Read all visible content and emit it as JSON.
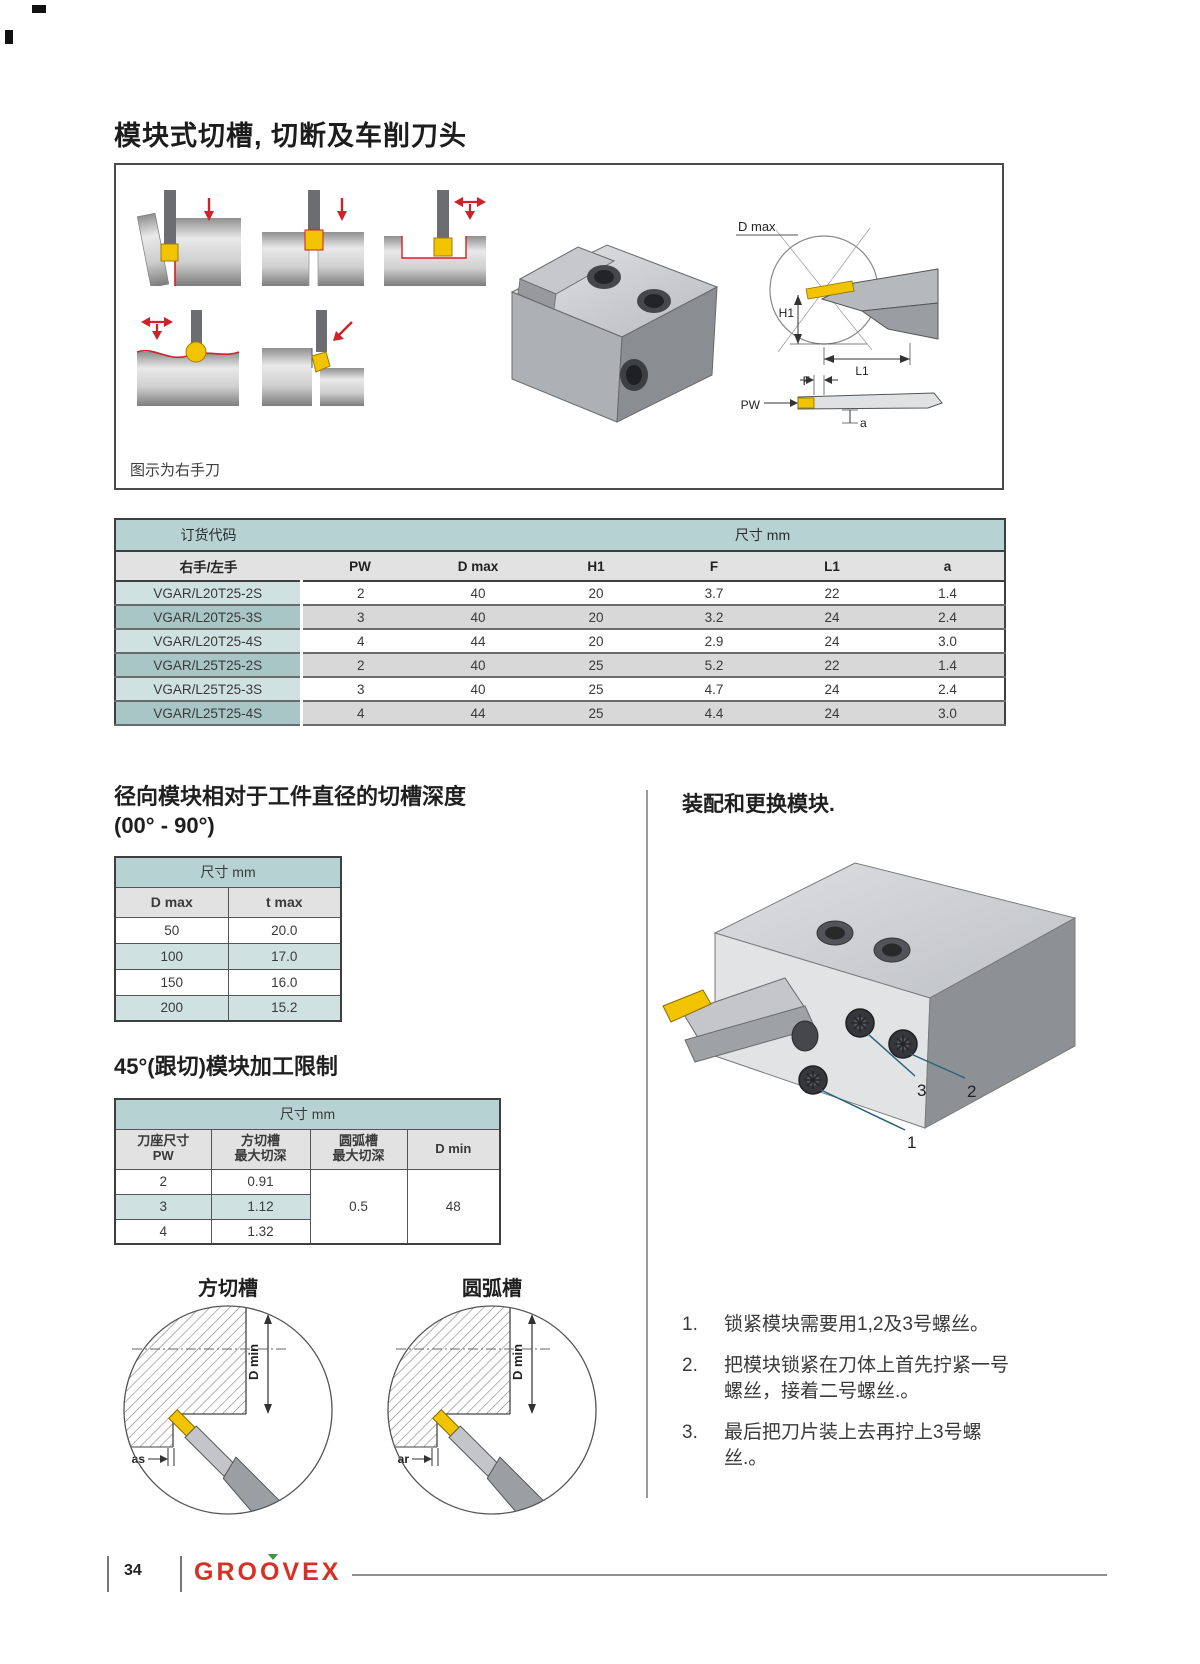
{
  "page": {
    "title": "模块式切槽, 切断及车削刀头",
    "figure_caption": "图示为右手刀",
    "page_number": "34",
    "brand": "GROOVEX"
  },
  "colors": {
    "brand_red": "#d93025",
    "table_header_teal": "#b7d2d2",
    "row_teal_light": "#cfe1e1",
    "row_teal_dark": "#a9c6c6",
    "row_gray": "#d8d8d8",
    "insert_yellow": "#f2c400",
    "arrow_red": "#cf2127"
  },
  "dim_diagram": {
    "d_max": "D max",
    "h1": "H1",
    "l1": "L1",
    "f": "F",
    "pw": "PW",
    "a": "a"
  },
  "main_table": {
    "header_group_left": "订货代码",
    "header_group_right": "尺寸 mm",
    "columns": [
      "右手/左手",
      "PW",
      "D max",
      "H1",
      "F",
      "L1",
      "a"
    ],
    "rows": [
      [
        "VGAR/L20T25-2S",
        "2",
        "40",
        "20",
        "3.7",
        "22",
        "1.4"
      ],
      [
        "VGAR/L20T25-3S",
        "3",
        "40",
        "20",
        "3.2",
        "24",
        "2.4"
      ],
      [
        "VGAR/L20T25-4S",
        "4",
        "44",
        "20",
        "2.9",
        "24",
        "3.0"
      ],
      [
        "VGAR/L25T25-2S",
        "2",
        "40",
        "25",
        "5.2",
        "22",
        "1.4"
      ],
      [
        "VGAR/L25T25-3S",
        "3",
        "40",
        "25",
        "4.7",
        "24",
        "2.4"
      ],
      [
        "VGAR/L25T25-4S",
        "4",
        "44",
        "25",
        "4.4",
        "24",
        "3.0"
      ]
    ]
  },
  "depth_section": {
    "heading": "径向模块相对于工件直径的切槽深度 (00° - 90°)",
    "table": {
      "header": "尺寸 mm",
      "columns": [
        "D max",
        "t max"
      ],
      "rows": [
        [
          "50",
          "20.0"
        ],
        [
          "100",
          "17.0"
        ],
        [
          "150",
          "16.0"
        ],
        [
          "200",
          "15.2"
        ]
      ]
    }
  },
  "limit_section": {
    "heading": "45°(跟切)模块加工限制",
    "table": {
      "header": "尺寸 mm",
      "columns": [
        "刀座尺寸\nPW",
        "方切槽\n最大切深",
        "圆弧槽\n最大切深",
        "D min"
      ],
      "rows_pw": [
        [
          "2",
          "0.91"
        ],
        [
          "3",
          "1.12"
        ],
        [
          "4",
          "1.32"
        ]
      ],
      "merged_round_depth": "0.5",
      "merged_d_min": "48"
    }
  },
  "groove_diagrams": {
    "square_title": "方切槽",
    "round_title": "圆弧槽",
    "dmin_label": "D min",
    "square_a_label": "as",
    "round_a_label": "ar"
  },
  "assembly": {
    "heading": "装配和更换模块.",
    "callout_1": "1",
    "callout_2": "2",
    "callout_3": "3",
    "steps": [
      {
        "num": "1.",
        "text": "锁紧模块需要用1,2及3号螺丝。"
      },
      {
        "num": "2.",
        "text": "把模块锁紧在刀体上首先拧紧一号螺丝，接着二号螺丝.。"
      },
      {
        "num": "3.",
        "text": "最后把刀片装上去再拧上3号螺丝.。"
      }
    ]
  }
}
